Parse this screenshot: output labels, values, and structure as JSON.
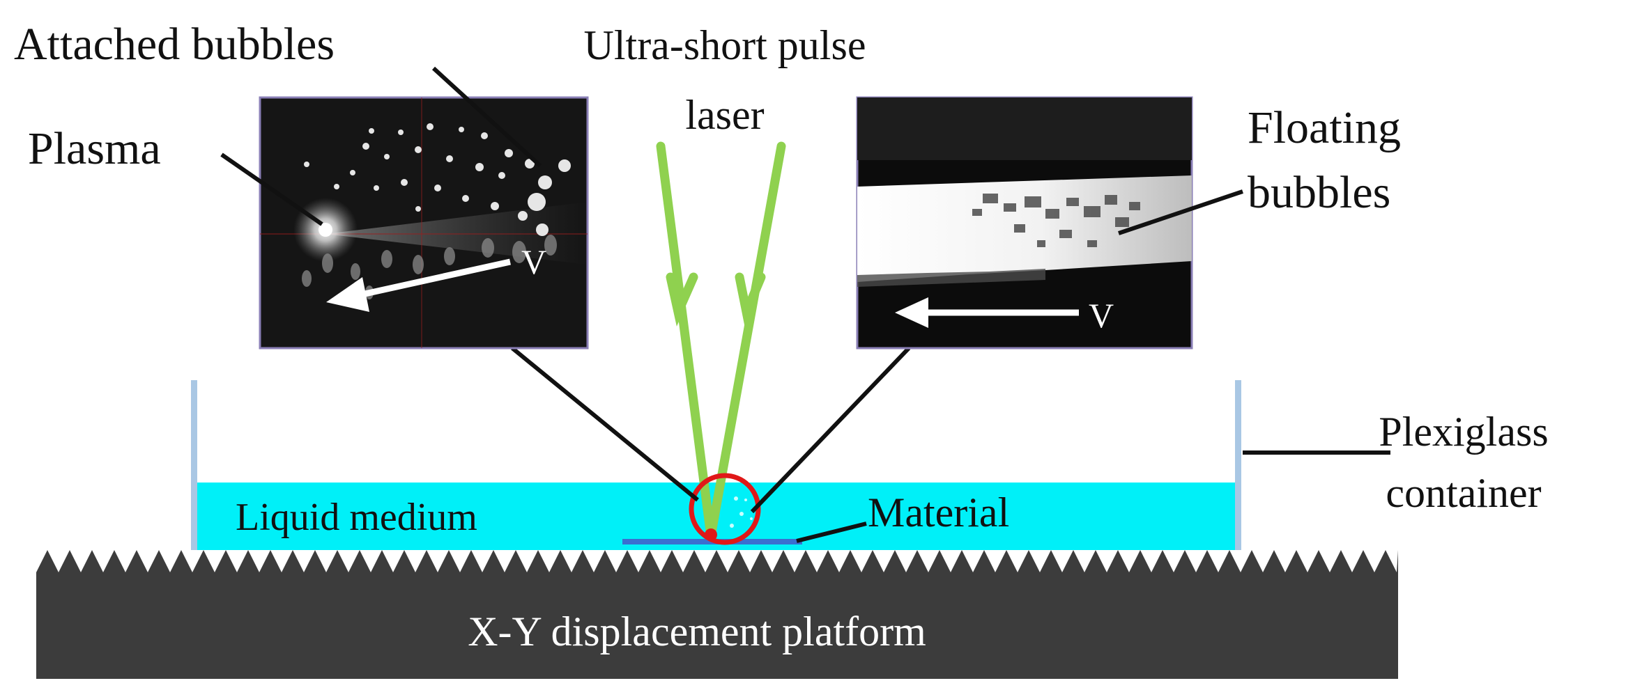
{
  "labels": {
    "attached_bubbles": "Attached bubbles",
    "laser_line1": "Ultra-short pulse",
    "laser_line2": "laser",
    "plasma": "Plasma",
    "floating_line1": "Floating",
    "floating_line2": "bubbles",
    "velocity_left": "V",
    "velocity_right": "V",
    "plexiglass_line1": "Plexiglass",
    "plexiglass_line2": "container",
    "liquid_medium": "Liquid medium",
    "material": "Material",
    "platform": "X-Y displacement platform"
  },
  "colors": {
    "liquid": "#00f0f8",
    "container": "#a9c7e4",
    "laser": "#8fd14f",
    "highlight": "#e01818",
    "platform": "#3c3c3c",
    "material": "#3a6fd0"
  }
}
